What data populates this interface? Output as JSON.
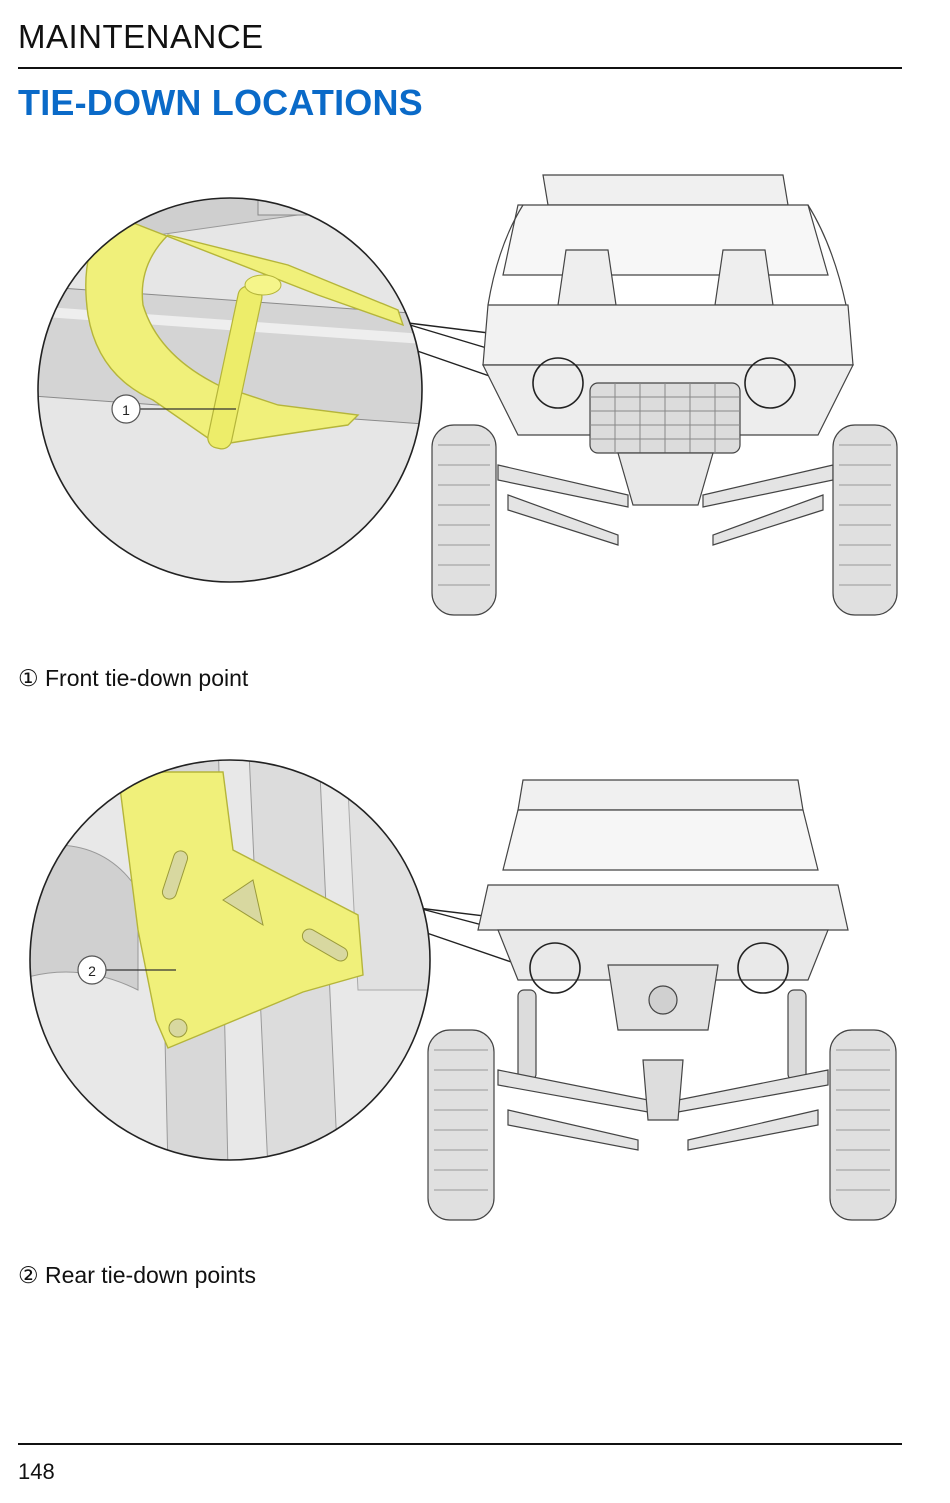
{
  "header": {
    "section": "MAINTENANCE"
  },
  "page": {
    "title": "TIE-DOWN LOCATIONS",
    "number": "148"
  },
  "figures": [
    {
      "callout": "1",
      "caption": "① Front tie-down point"
    },
    {
      "callout": "2",
      "caption": "② Rear tie-down points"
    }
  ],
  "colors": {
    "title": "#0a6ac8",
    "highlight": "#f0f07a",
    "rule": "#111111"
  }
}
